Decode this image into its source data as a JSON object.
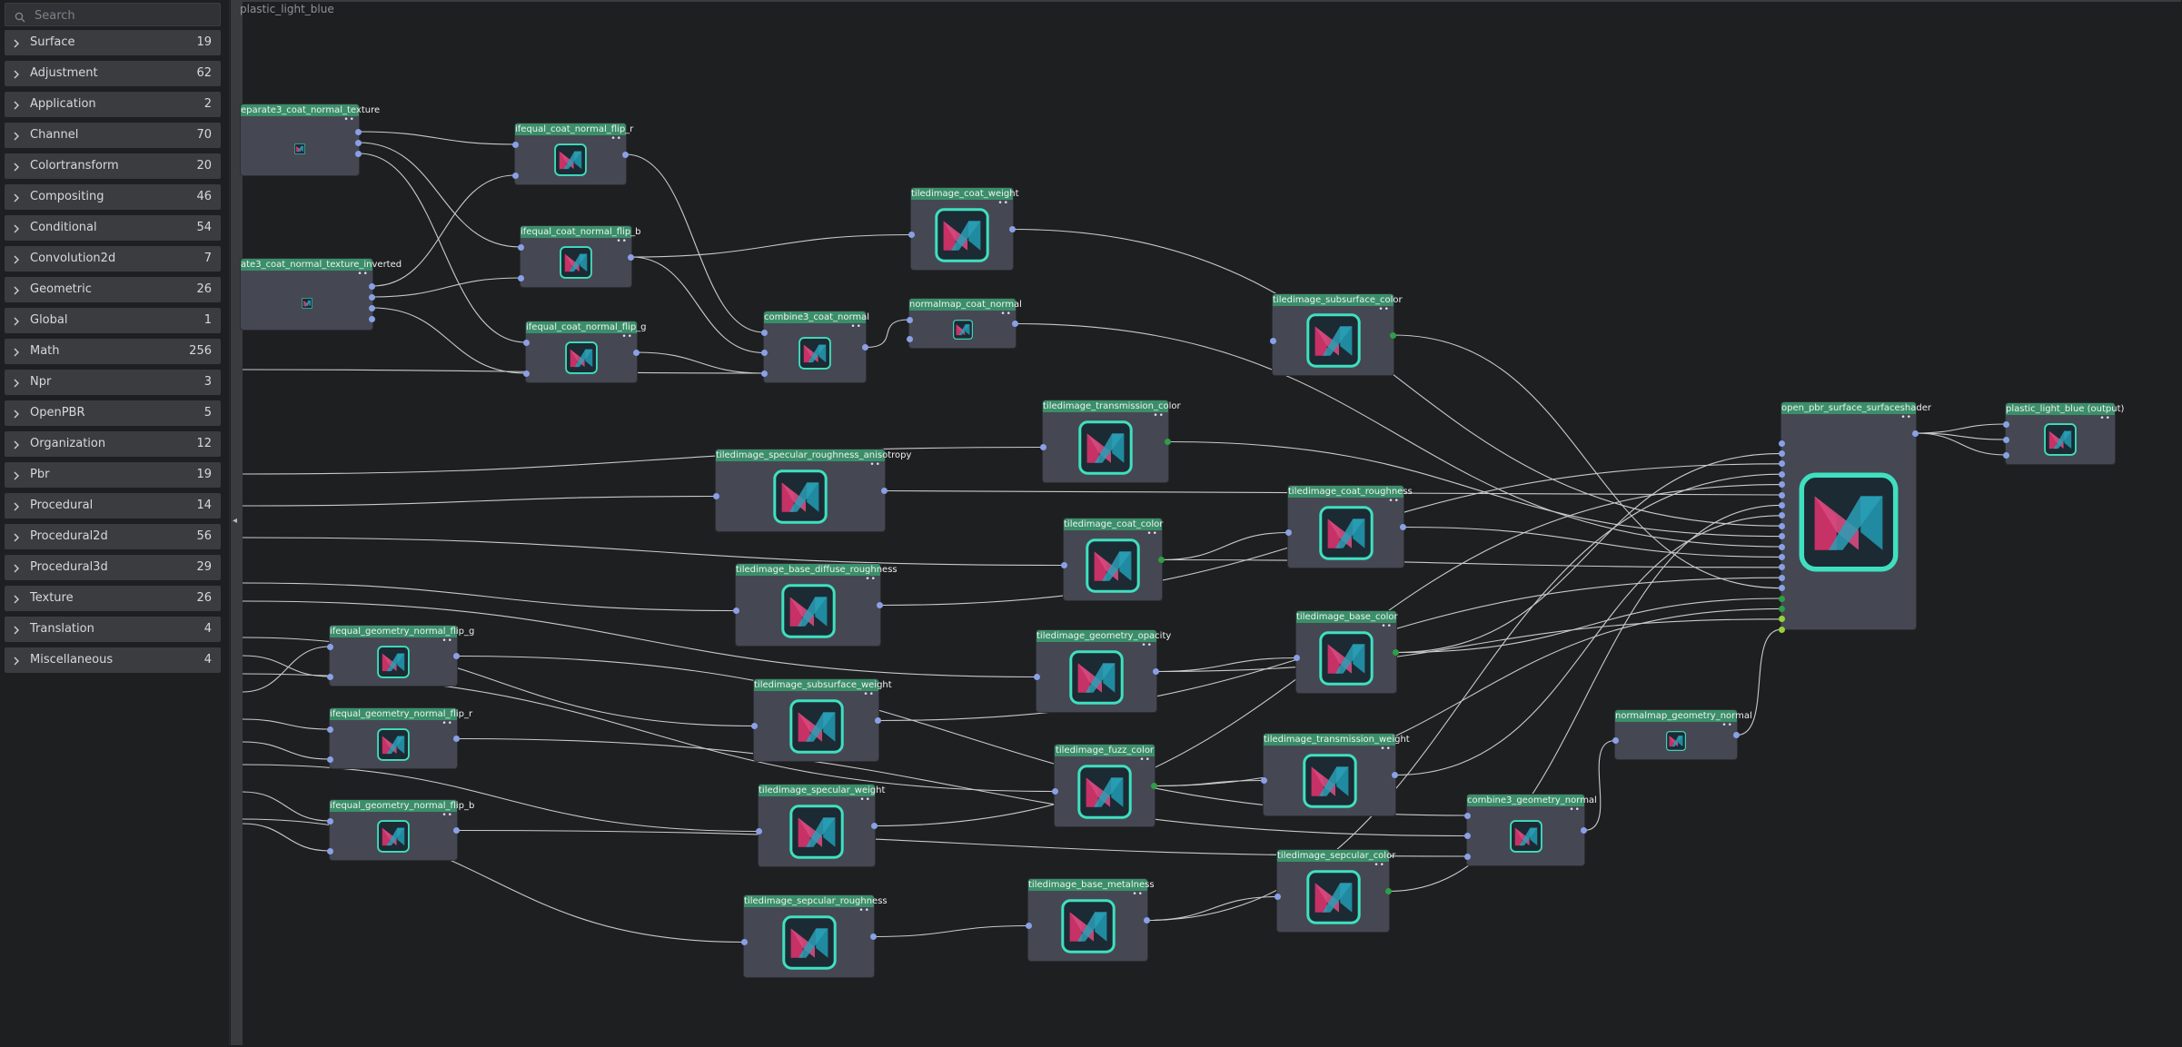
{
  "sidebar": {
    "search_placeholder": "Search",
    "categories": [
      {
        "label": "Surface",
        "count": "19"
      },
      {
        "label": "Adjustment",
        "count": "62"
      },
      {
        "label": "Application",
        "count": "2"
      },
      {
        "label": "Channel",
        "count": "70"
      },
      {
        "label": "Colortransform",
        "count": "20"
      },
      {
        "label": "Compositing",
        "count": "46"
      },
      {
        "label": "Conditional",
        "count": "54"
      },
      {
        "label": "Convolution2d",
        "count": "7"
      },
      {
        "label": "Geometric",
        "count": "26"
      },
      {
        "label": "Global",
        "count": "1"
      },
      {
        "label": "Math",
        "count": "256"
      },
      {
        "label": "Npr",
        "count": "3"
      },
      {
        "label": "OpenPBR",
        "count": "5"
      },
      {
        "label": "Organization",
        "count": "12"
      },
      {
        "label": "Pbr",
        "count": "19"
      },
      {
        "label": "Procedural",
        "count": "14"
      },
      {
        "label": "Procedural2d",
        "count": "56"
      },
      {
        "label": "Procedural3d",
        "count": "29"
      },
      {
        "label": "Texture",
        "count": "26"
      },
      {
        "label": "Translation",
        "count": "4"
      },
      {
        "label": "Miscellaneous",
        "count": "4"
      }
    ]
  },
  "graph": {
    "breadcrumb": "plastic_light_blue",
    "nodes": {
      "n_sep_tex": "eparate3_coat_normal_texture",
      "n_sep_tex_inv": "ate3_coat_normal_texture_inverted",
      "n_flip_r": "ifequal_coat_normal_flip_r",
      "n_flip_b": "ifequal_coat_normal_flip_b",
      "n_flip_g": "ifequal_coat_normal_flip_g",
      "n_combine3_coat": "combine3_coat_normal",
      "n_coat_weight": "tiledimage_coat_weight",
      "n_normalmap_coat": "normalmap_coat_normal",
      "n_subsurface_color": "tiledimage_subsurface_color",
      "n_transmission_color": "tiledimage_transmission_color",
      "n_spec_rough_aniso": "tiledimage_specular_roughness_anisotropy",
      "n_coat_roughness": "tiledimage_coat_roughness",
      "n_coat_color": "tiledimage_coat_color",
      "n_base_diffuse_rough": "tiledimage_base_diffuse_roughness",
      "n_base_color": "tiledimage_base_color",
      "n_geom_flip_g": "ifequal_geometry_normal_flip_g",
      "n_geom_opacity": "tiledimage_geometry_opacity",
      "n_subsurface_weight": "tiledimage_subsurface_weight",
      "n_geom_flip_r": "ifequal_geometry_normal_flip_r",
      "n_transmission_weight": "tiledimage_transmission_weight",
      "n_fuzz_color": "tiledimage_fuzz_color",
      "n_normalmap_geom": "normalmap_geometry_normal",
      "n_spec_weight": "tiledimage_specular_weight",
      "n_combine3_geom": "combine3_geometry_normal",
      "n_geom_flip_b": "ifequal_geometry_normal_flip_b",
      "n_sepcular_color": "tiledimage_sepcular_color",
      "n_base_metalness": "tiledimage_base_metalness",
      "n_sepcular_roughness": "tiledimage_sepcular_roughness",
      "n_openpbr": "open_pbr_surface_surfaceshader",
      "n_output": "plastic_light_blue (output)"
    }
  },
  "colors": {
    "header_green": "#3a8f69",
    "node_body": "#454853",
    "port_blue": "#8aa0e6",
    "port_green": "#2f9e46",
    "thumb_pink": "#c63166",
    "thumb_teal": "#1f8aa0",
    "thumb_border": "#3fe0c0"
  },
  "icons": {
    "search": "search-icon",
    "category": "chevron-right-icon",
    "node_menu": "more-dots-icon",
    "node_preview": "materialx-logo-icon"
  }
}
